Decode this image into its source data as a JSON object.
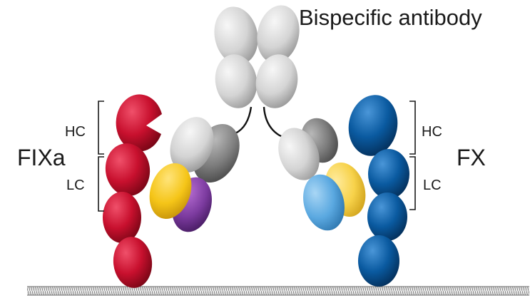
{
  "title": "Bispecific antibody",
  "left_protein": {
    "name": "FIXa",
    "heavy_chain_label": "HC",
    "light_chain_label": "LC",
    "color": "#c8102e"
  },
  "right_protein": {
    "name": "FX",
    "heavy_chain_label": "HC",
    "light_chain_label": "LC",
    "color": "#0a5aa0"
  },
  "antibody_colors": {
    "constant_light": "#d9d9d9",
    "constant_dark": "#8c8c8c",
    "left_light_domain": "#f5c518",
    "left_heavy_domain": "#7b3a9e",
    "right_light_domain": "#f7d24a",
    "right_heavy_domain": "#5aa8e0"
  }
}
